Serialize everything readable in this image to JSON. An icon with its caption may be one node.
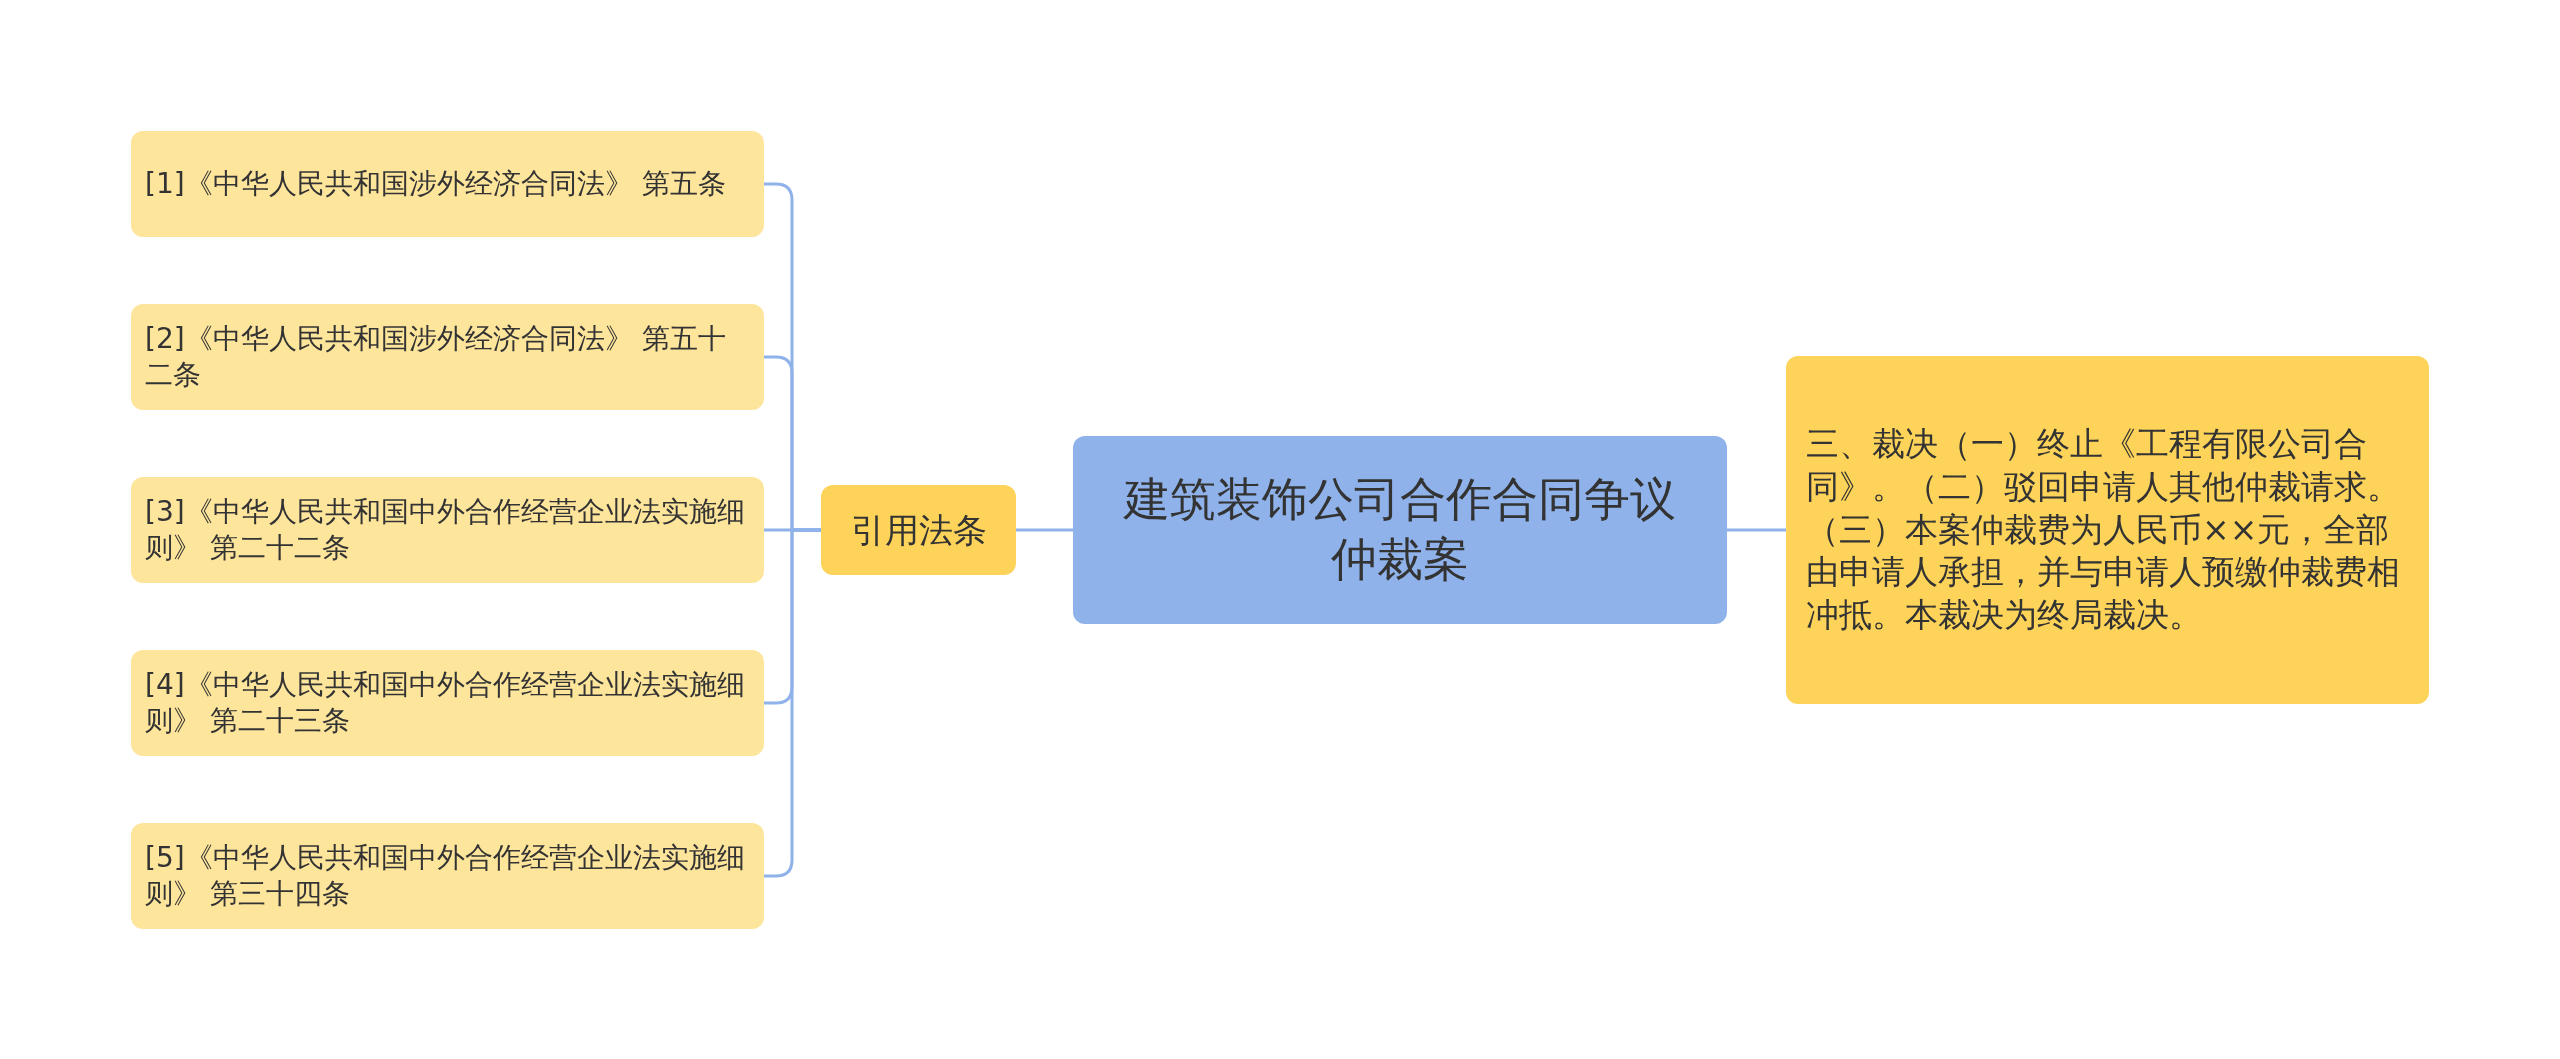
{
  "diagram": {
    "nodes": [
      {
        "text": [
          "建筑装饰公司合作合同争议仲裁案"
        ]
      },
      {
        "text": [
          "引用法条"
        ]
      },
      {
        "text": [
          "[1]《中华人民共和国涉外经济合同法》 第五条"
        ]
      },
      {
        "text": [
          "[2]《中华人民共和国涉外经济合同法》 第五十二条"
        ]
      },
      {
        "text": [
          "[3]《中华人民共和国中外合作经营企业法实施细则》 第二十二条"
        ]
      },
      {
        "text": [
          "[4]《中华人民共和国中外合作经营企业法实施细则》 第二十三条"
        ]
      },
      {
        "text": [
          "[5]《中华人民共和国中外合作经营企业法实施细则》 第三十四条"
        ]
      },
      {
        "text": [
          "三、裁决（一）终止《工程有限公司合同》。（二）驳回申请人其他仲裁请求。（三）本案仲裁费为人民币××元，全部由申请人承担，并与申请人预缴仲裁费相冲抵。本裁决为终局裁决。"
        ]
      }
    ],
    "edges": [
      {
        "from": 0,
        "to": 1,
        "arrow": "none"
      },
      {
        "from": 1,
        "to": 2,
        "arrow": "none"
      },
      {
        "from": 1,
        "to": 3,
        "arrow": "none"
      },
      {
        "from": 1,
        "to": 4,
        "arrow": "none"
      },
      {
        "from": 1,
        "to": 5,
        "arrow": "none"
      },
      {
        "from": 1,
        "to": 6,
        "arrow": "none"
      },
      {
        "from": 0,
        "to": 7,
        "arrow": "none"
      }
    ]
  }
}
